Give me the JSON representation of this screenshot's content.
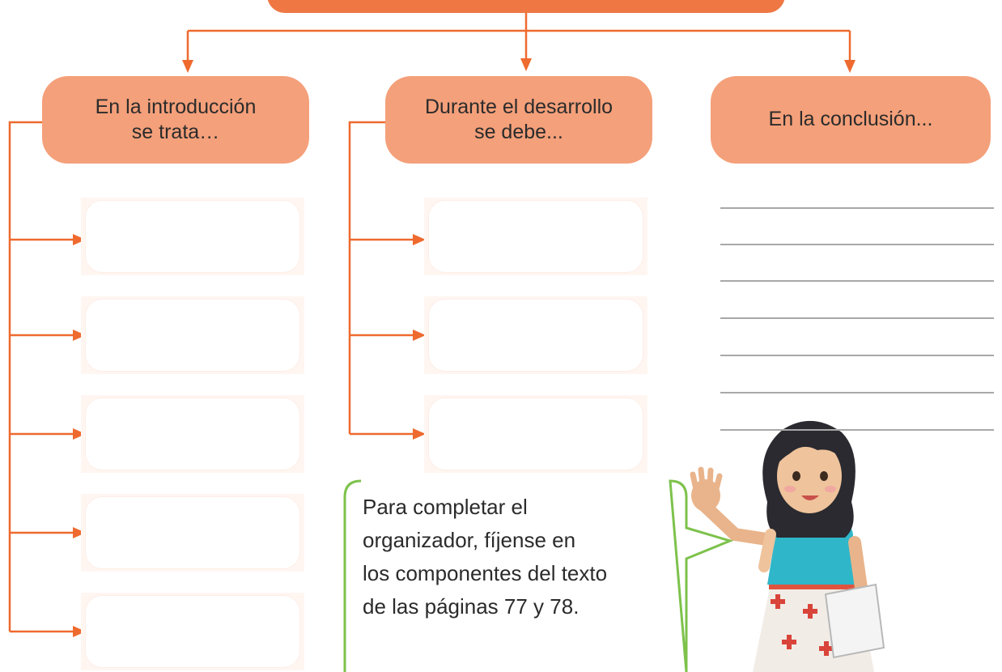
{
  "colors": {
    "connector": "#ee6a2f",
    "header_fill": "#f4a07a",
    "top_box_fill": "#ee7744",
    "bubble_border": "#7dc24b",
    "write_line": "#a8a8a8"
  },
  "columns": [
    {
      "header": "En la introducción\nse trata…",
      "blank_boxes": 5
    },
    {
      "header": "Durante el desarrollo\nse debe...",
      "blank_boxes": 3
    },
    {
      "header": "En la conclusión...",
      "writing_lines": 7
    }
  ],
  "speech_bubble": {
    "text": "Para completar el\norganizador, fíjense en\nlos componentes del texto\nde las páginas 77 y 78."
  },
  "illustration": "girl-waving-icon"
}
